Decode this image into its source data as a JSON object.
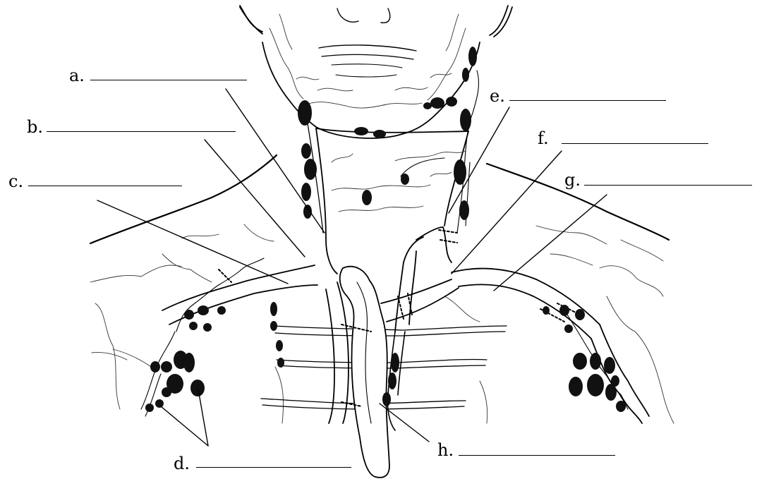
{
  "labels": {
    "a": "a.",
    "b": "b.",
    "c": "c.",
    "d": "d.",
    "e": "e.",
    "f": "f.",
    "g": "g.",
    "h": "h."
  },
  "colors": {
    "ink": "#000000",
    "node_fill": "#111111",
    "background": "#ffffff",
    "fine_line": "#333333"
  }
}
